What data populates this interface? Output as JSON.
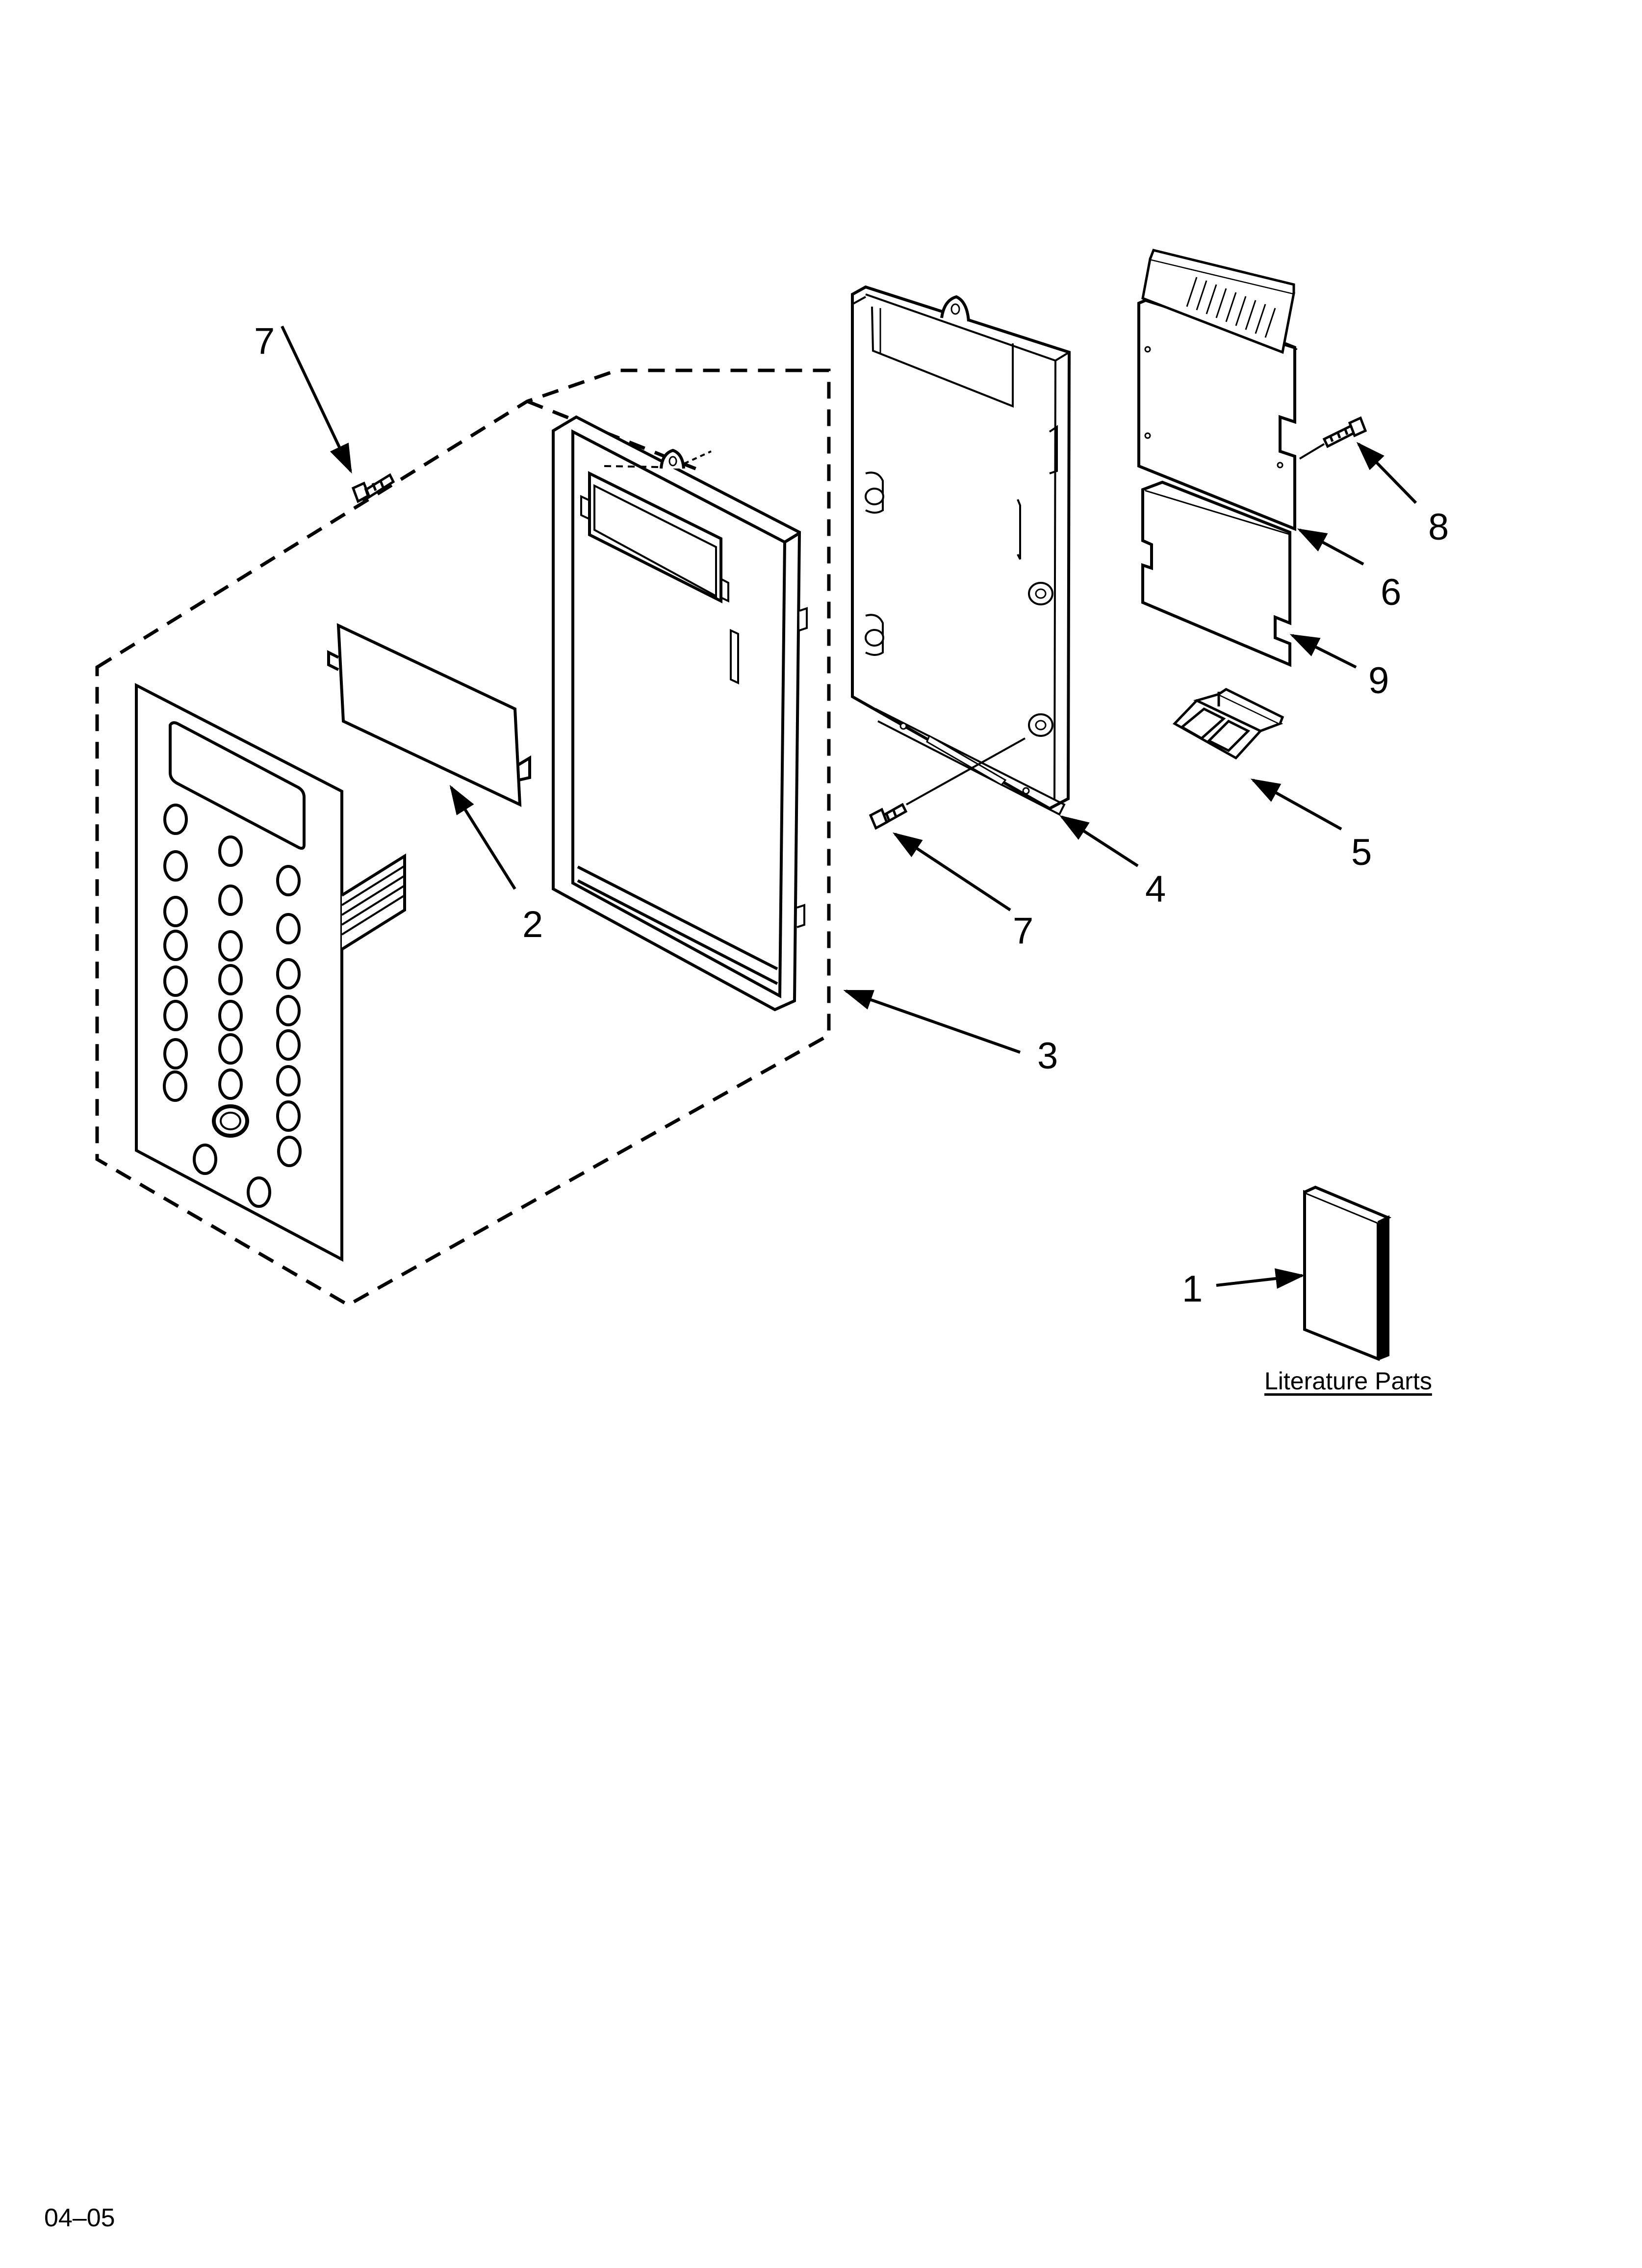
{
  "callouts": {
    "c1": "1",
    "c2": "2",
    "c3": "3",
    "c4": "4",
    "c5": "5",
    "c6": "6",
    "c7a": "7",
    "c7b": "7",
    "c8": "8",
    "c9": "9"
  },
  "literature_label": "Literature Parts",
  "footer_code": "04–05",
  "colors": {
    "line": "#000000",
    "paper": "#ffffff",
    "shade": "#e6e6e6"
  }
}
